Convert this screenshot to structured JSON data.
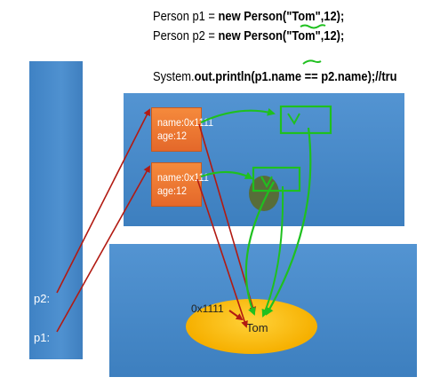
{
  "code": {
    "line1_plain": "Person p1 = ",
    "line1_bold": "new Person(\"Tom\",12);",
    "line2_plain": "Person p2 = ",
    "line2_bold": "new Person(\"Tom\",12);",
    "line3_plain": "System.",
    "line3_bold": "out.println(p1.name == p2.name);//tru"
  },
  "stack": {
    "p2_label": "p2:",
    "p1_label": "p1:"
  },
  "heap": {
    "objects": [
      {
        "name_field": "name:0x1111",
        "age_field": "age:12"
      },
      {
        "name_field": "name:0x111",
        "age_field": "age:12"
      }
    ],
    "string_pool": {
      "address": "0x1111",
      "value": "Tom"
    }
  },
  "colors": {
    "region_blue": "#4a8ccc",
    "object_orange": "#ef7a33",
    "pool_yellow": "#f6b000",
    "arrow_red": "#b21a12",
    "annotation_green": "#1fc01f",
    "annotation_blob": "#5a6a2a"
  }
}
